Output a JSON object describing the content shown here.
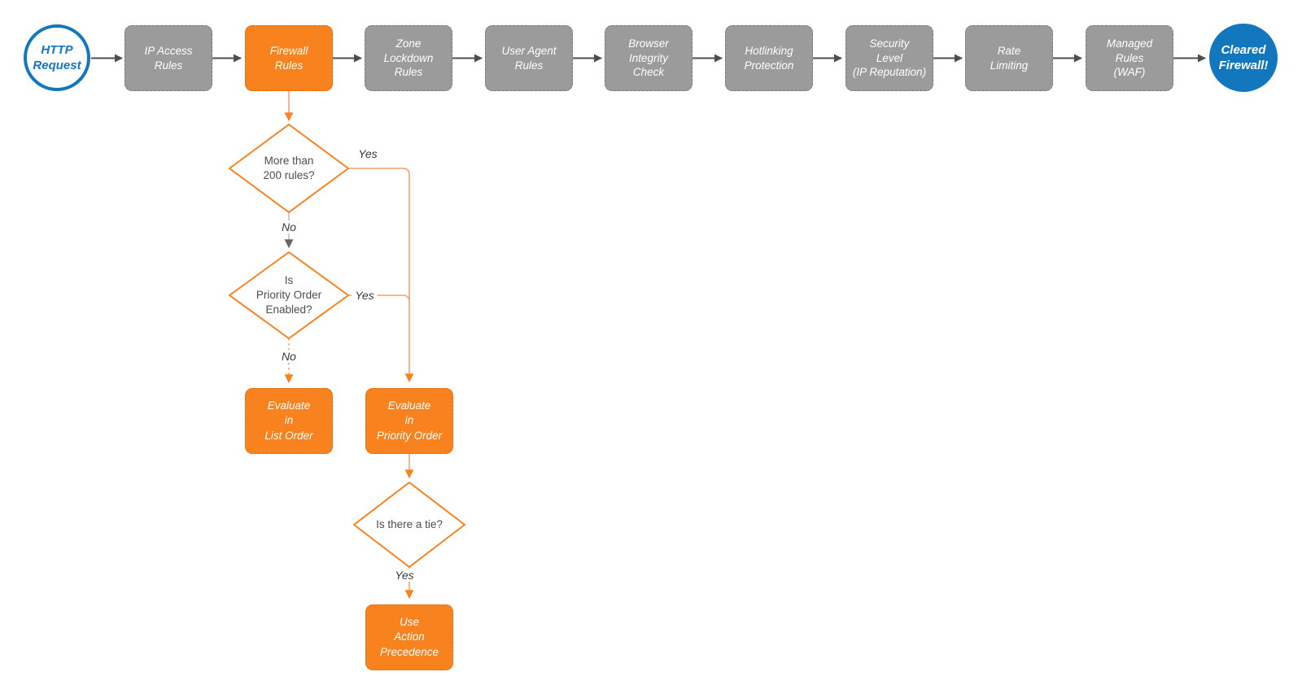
{
  "pipeline": {
    "start": {
      "label": "HTTP\nRequest"
    },
    "steps": [
      {
        "label": "IP Access\nRules"
      },
      {
        "label": "Firewall\nRules",
        "highlight": true
      },
      {
        "label": "Zone\nLockdown\nRules"
      },
      {
        "label": "User Agent\nRules"
      },
      {
        "label": "Browser\nIntegrity\nCheck"
      },
      {
        "label": "Hotlinking\nProtection"
      },
      {
        "label": "Security\nLevel\n(IP Reputation)"
      },
      {
        "label": "Rate\nLimiting"
      },
      {
        "label": "Managed\nRules\n(WAF)"
      }
    ],
    "end": {
      "label": "Cleared\nFirewall!"
    }
  },
  "decisions": {
    "d1": {
      "question": "More than\n200 rules?",
      "yes_label": "Yes",
      "no_label": "No"
    },
    "d2": {
      "question": "Is\nPriority Order\nEnabled?",
      "yes_label": "Yes",
      "no_label": "No"
    },
    "d3": {
      "question": "Is there a tie?",
      "yes_label": "Yes"
    }
  },
  "actions": {
    "list_order": {
      "label": "Evaluate\nin\nList Order"
    },
    "priority_order": {
      "label": "Evaluate\nin\nPriority Order"
    },
    "action_precedence": {
      "label": "Use\nAction\nPrecedence"
    }
  },
  "colors": {
    "accent_orange": "#F7821E",
    "connector_orange_light": "#F5A06E",
    "node_gray": "#9B9B9B",
    "brand_blue": "#1377BD",
    "connector_dark_gray": "#4D4D4D",
    "decision_text": "#4D4D4D",
    "node_text": "#FFFFFF"
  }
}
